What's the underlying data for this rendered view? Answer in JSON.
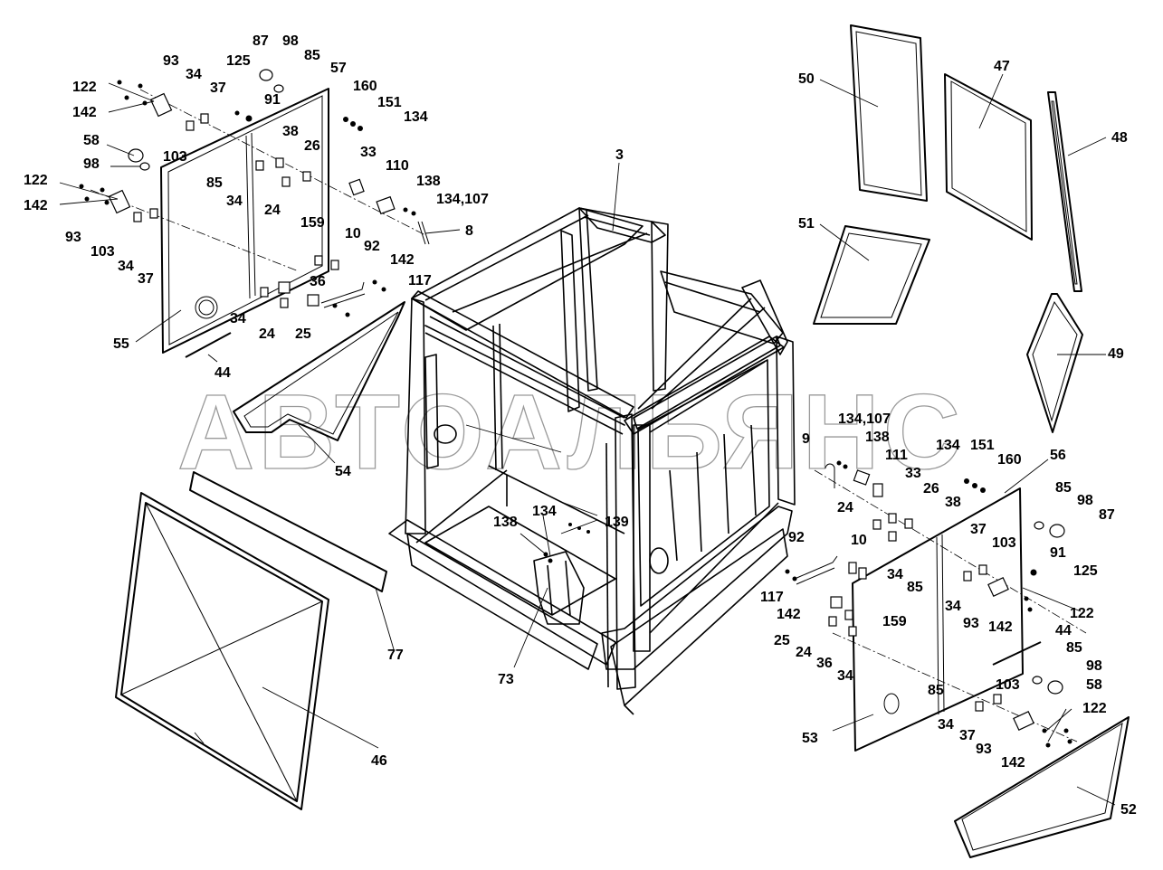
{
  "watermark": "АВТОАЛЬЯНС",
  "labels": [
    "87",
    "98",
    "85",
    "57",
    "93",
    "125",
    "91",
    "34",
    "37",
    "122",
    "142",
    "160",
    "151",
    "134",
    "38",
    "26",
    "33",
    "103",
    "58",
    "98",
    "85",
    "122",
    "142",
    "110",
    "138",
    "134,107",
    "34",
    "24",
    "8",
    "93",
    "103",
    "34",
    "37",
    "159",
    "10",
    "92",
    "142",
    "117",
    "36",
    "55",
    "34",
    "24",
    "25",
    "44",
    "3",
    "50",
    "47",
    "48",
    "51",
    "49",
    "54",
    "134,107",
    "9",
    "138",
    "111",
    "134",
    "151",
    "160",
    "56",
    "33",
    "26",
    "85",
    "98",
    "87",
    "24",
    "38",
    "92",
    "10",
    "37",
    "103",
    "91",
    "125",
    "117",
    "142",
    "34",
    "85",
    "34",
    "122",
    "93",
    "142",
    "25",
    "24",
    "36",
    "34",
    "159",
    "44",
    "85",
    "98",
    "103",
    "58",
    "85",
    "53",
    "34",
    "37",
    "93",
    "122",
    "142",
    "52",
    "77",
    "46",
    "73",
    "138",
    "134",
    "139"
  ]
}
